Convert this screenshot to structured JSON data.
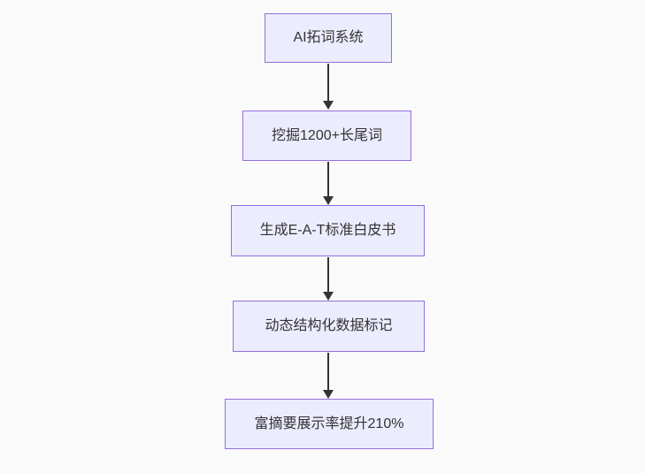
{
  "diagram": {
    "type": "flowchart-vertical",
    "direction": "top-down",
    "nodes": [
      {
        "id": "A",
        "label": "AI拓词系统"
      },
      {
        "id": "B",
        "label": "挖掘1200+长尾词"
      },
      {
        "id": "C",
        "label": "生成E-A-T标准白皮书"
      },
      {
        "id": "D",
        "label": "动态结构化数据标记"
      },
      {
        "id": "E",
        "label": "富摘要展示率提升210%"
      }
    ],
    "edges": [
      {
        "from": "AI拓词系统",
        "to": "挖掘1200+长尾词",
        "style": "arrow-down"
      },
      {
        "from": "挖掘1200+长尾词",
        "to": "生成E-A-T标准白皮书",
        "style": "arrow-down"
      },
      {
        "from": "生成E-A-T标准白皮书",
        "to": "动态结构化数据标记",
        "style": "arrow-down"
      },
      {
        "from": "动态结构化数据标记",
        "to": "富摘要展示率提升210%",
        "style": "arrow-down"
      }
    ],
    "colors": {
      "background": "#FAFAFA",
      "node_fill": "#ECECFF",
      "node_border": "#9370DB",
      "arrow": "#333333",
      "text": "#333333"
    }
  }
}
